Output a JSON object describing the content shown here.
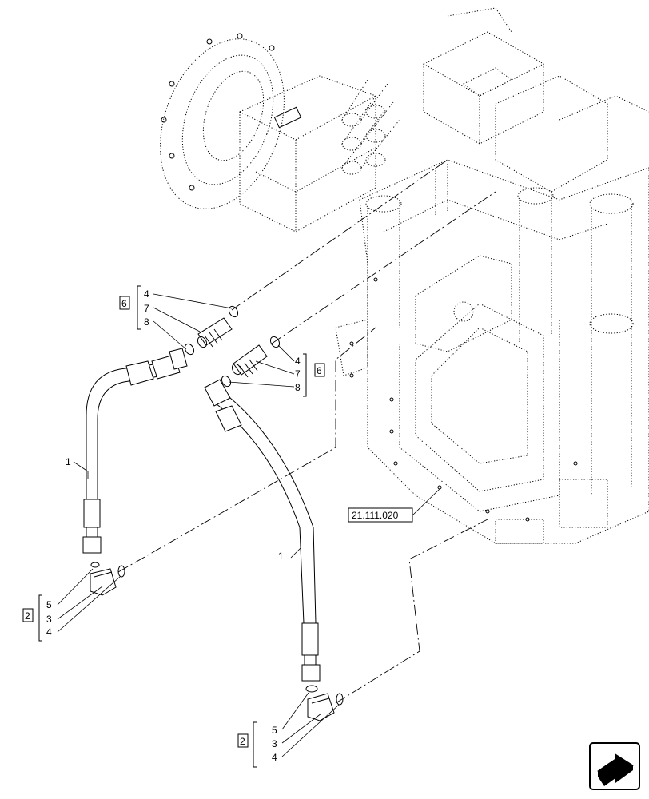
{
  "callouts": {
    "group_6_top": {
      "box": "6",
      "items": [
        "4",
        "7",
        "8"
      ]
    },
    "group_6_right": {
      "box": "6",
      "items": [
        "4",
        "7",
        "8"
      ]
    },
    "group_2_left": {
      "box": "2",
      "items": [
        "5",
        "3",
        "4"
      ]
    },
    "group_2_bottom": {
      "box": "2",
      "items": [
        "5",
        "3",
        "4"
      ]
    },
    "hose_left_label": "1",
    "hose_right_label": "1",
    "reference_label": "21.111.020"
  },
  "icons": {
    "nav_arrow": "next-page-arrow-icon"
  }
}
